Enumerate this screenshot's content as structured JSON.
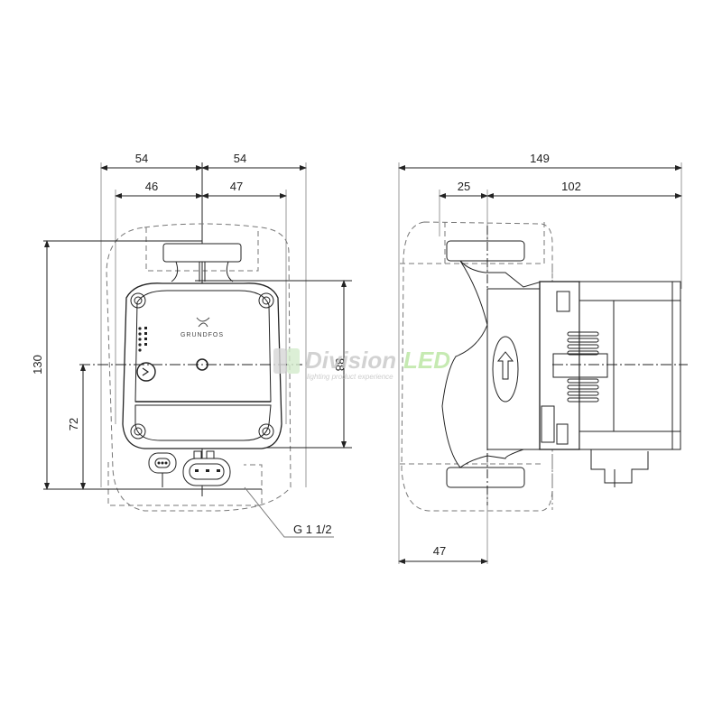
{
  "drawing": {
    "title": "Pump dimensional drawing",
    "front_view": {
      "dims": {
        "top_left_outer": "54",
        "top_right_outer": "54",
        "top_left_inner": "46",
        "top_right_inner": "47",
        "height_total": "130",
        "height_center": "72",
        "height_head": "88"
      },
      "callout": "G 1 1/2",
      "logo_text": "GRUNDFOS"
    },
    "side_view": {
      "dims": {
        "total_width": "149",
        "left_offset": "25",
        "motor_length": "102",
        "bottom_width": "47"
      }
    }
  },
  "watermark": {
    "brand_part1": "Division",
    "brand_part2": "LED",
    "tagline": "lighting product experience",
    "colors": {
      "gray": "#c8c8c8",
      "green": "#b8e6a0"
    }
  }
}
